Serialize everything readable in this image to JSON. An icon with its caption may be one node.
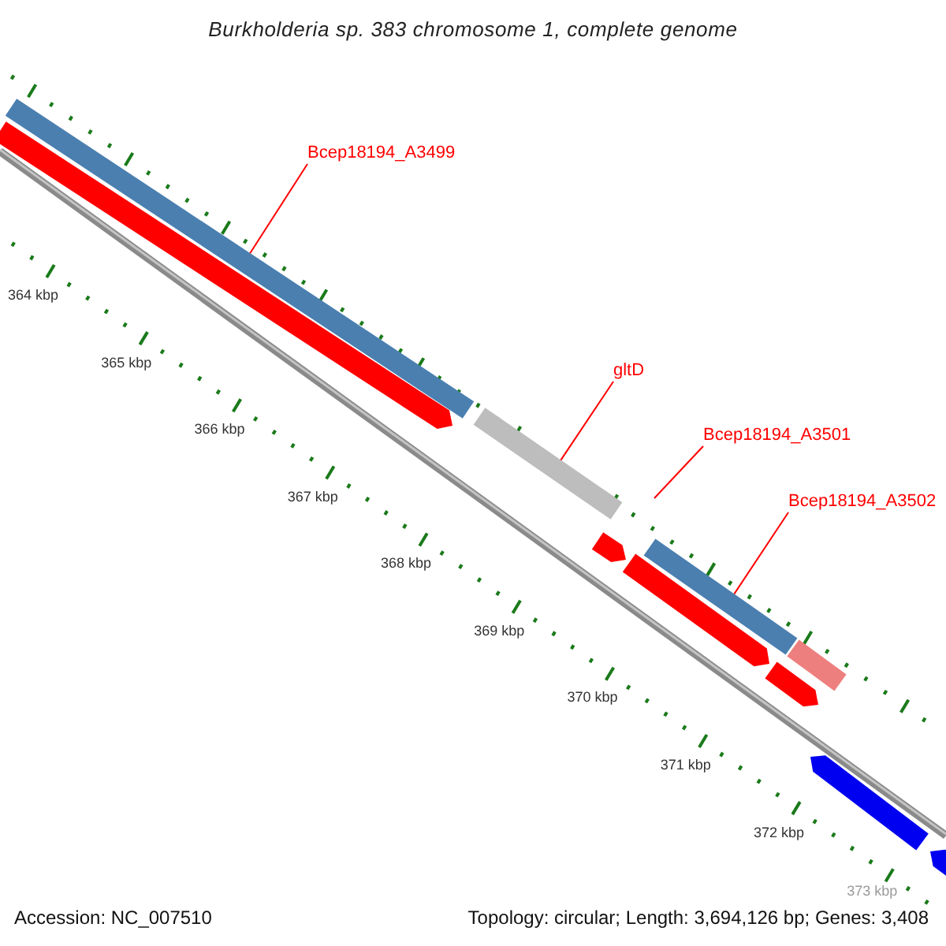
{
  "diagram": {
    "title": "Burkholderia sp. 383 chromosome 1, complete genome",
    "nodes": [
      {
        "text": [
          "Bcep18194_A3499"
        ]
      },
      {
        "text": [
          "gltD"
        ]
      },
      {
        "text": [
          "Bcep18194_A3501"
        ]
      },
      {
        "text": [
          "Bcep18194_A3502"
        ]
      },
      {
        "text": [],
        "shape": "bar"
      },
      {
        "text": [],
        "shape": "bar"
      },
      {
        "text": [],
        "shape": "bar"
      }
    ],
    "edges": [
      {
        "from": 0,
        "to": 4,
        "arrow": "none"
      },
      {
        "from": 1,
        "to": 5,
        "arrow": "none"
      },
      {
        "from": 2,
        "to": null,
        "arrow": "none"
      },
      {
        "from": 3,
        "to": 6,
        "arrow": "none"
      }
    ],
    "labels": [
      "364 kbp",
      "365 kbp",
      "366 kbp",
      "367 kbp",
      "368 kbp",
      "369 kbp",
      "370 kbp",
      "371 kbp",
      "372 kbp",
      "373 kbp",
      "Accession: NC_007510",
      "Topology: circular; Length: 3,694,126 bp; Genes: 3,408"
    ]
  }
}
